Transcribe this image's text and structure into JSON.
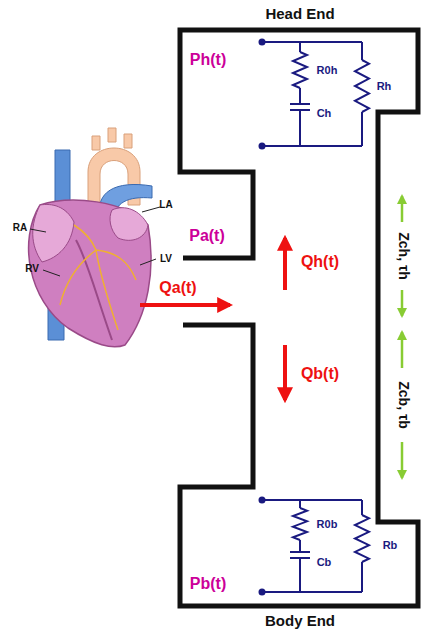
{
  "diagram": {
    "nodes": [
      {
        "text": [
          "Head End",
          "Ph(t)"
        ]
      },
      {
        "text": [
          "Body End",
          "Pb(t)"
        ]
      }
    ],
    "labels": [
      "RA",
      "LA",
      "RV",
      "LV",
      "Qa(t)",
      "Pa(t)",
      "Qh(t)",
      "Qb(t)",
      "R0h",
      "Rh",
      "Ch",
      "R0b",
      "Rb",
      "Cb",
      "Zch, τh",
      "Zcb, τb"
    ]
  }
}
